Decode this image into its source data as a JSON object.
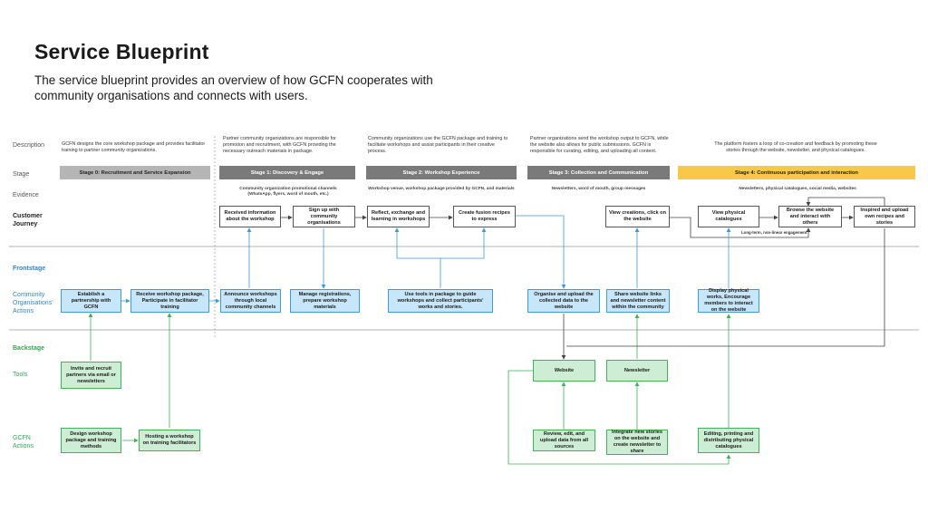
{
  "header": {
    "title": "Service Blueprint",
    "subtitle": "The service blueprint provides an overview of how GCFN cooperates with community organisations and connects with users."
  },
  "lanes": {
    "description": "Description",
    "stage": "Stage",
    "evidence": "Evidence",
    "customer_journey": "Customer Journey",
    "frontstage": "Frontstage",
    "community_actions": "Community Organisations' Actions",
    "backstage": "Backstage",
    "tools": "Tools",
    "gcfn_actions": "GCFN Actions"
  },
  "descriptions": {
    "s0": "GCFN designs the core workshop package and provides facilitator training to partner community organizations.",
    "s1": "Partner community organizations are responsible for promotion and recruitment, with GCFN providing the necessary outreach materials in package.",
    "s2": "Community organizations use the GCFN package and training to facilitate workshops and assist participants in their creative process.",
    "s3": "Partner organizations send the workshop output to GCFN, while the website also allows for public submissions. GCFN is responsible for curating, editing, and uploading all content.",
    "s4": "The platform fosters a loop of co-creation and feedback by promoting these stories through the website, newsletter, and physical catalogues."
  },
  "stages": {
    "s0": "Stage 0: Recruitment and Service Expansion",
    "s1": "Stage 1: Discovery & Engage",
    "s2": "Stage 2: Workshop Experience",
    "s3": "Stage 3:  Collection and Communication",
    "s4": "Stage 4: Continuous participation and interaction"
  },
  "evidence": {
    "s1": "Community organization promotional channels (WhatsApp, flyers, word of mouth, etc.)",
    "s2": "Workshop venue, workshop package provided by GCFN, and materials",
    "s3": "Newsletters, word of mouth, group messages",
    "s4": "Newsletters, physical catalogues, social media, websites"
  },
  "journey": {
    "j1": "Received information about the workshop",
    "j2": "Sign up with community organisations",
    "j3": "Reflect, exchange and learning in workshops",
    "j4": "Create fusion recipes to express",
    "j5": "View creations, click on the website",
    "j6": "View physical catalogues",
    "j7": "Browse the website and interact with others",
    "j8": "Inspired and upload own recipes and stories",
    "loop_note": "Long-term, non-linear engagement"
  },
  "community": {
    "c1": "Establish a partnership with GCFN",
    "c2": "Receive workshop package, Participate in facilitator training",
    "c3": "Announce workshops through local community channels",
    "c4": "Manage registrations, prepare workshop materials",
    "c5": "Use tools in package to guide workshops and collect participants' works and stories.",
    "c6": "Organise and upload the collected data to the website",
    "c7": "Share website links and newsletter content within the community",
    "c8": "Display physical works, Encourage members to interact on the website"
  },
  "tools": {
    "t1": "Invite and recruit partners via email or newsletters",
    "t2": "Website",
    "t3": "Newsletter"
  },
  "gcfn": {
    "g1": "Design workshop package and training methods",
    "g2": "Hosting a workshop on training facilitators",
    "g3": "Review, edit, and upload data from all sources",
    "g4": "Integrate new stories on the website and create newsletter to share",
    "g5": "Editing, printing and distributing physical catalogues"
  },
  "colors": {
    "stage_gray": "#7a7a7a",
    "stage0_gray": "#b5b5b5",
    "stage4_yellow": "#f7c948",
    "front_blue": "#3f9bd8",
    "back_green": "#3fb25a"
  }
}
